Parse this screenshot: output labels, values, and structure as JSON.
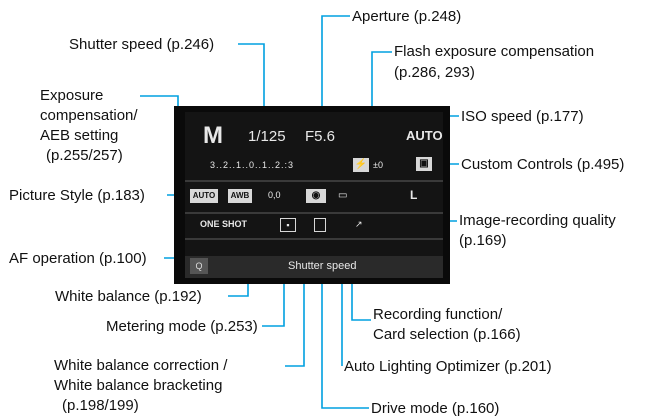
{
  "labels": {
    "shutter_speed": "Shutter speed (p.246)",
    "aperture": "Aperture (p.248)",
    "flash_comp_1": "Flash exposure compensation",
    "flash_comp_2": "(p.286, 293)",
    "exposure_comp_1": "Exposure",
    "exposure_comp_2": "compensation/",
    "exposure_comp_3": "AEB setting",
    "exposure_comp_4": "(p.255/257)",
    "iso_speed": "ISO speed (p.177)",
    "custom_controls": "Custom Controls (p.495)",
    "picture_style": "Picture Style (p.183)",
    "image_quality_1": "Image-recording quality",
    "image_quality_2": "(p.169)",
    "af_operation": "AF operation (p.100)",
    "white_balance": "White balance (p.192)",
    "recording_function_1": "Recording function/",
    "recording_function_2": "Card selection (p.166)",
    "metering_mode": "Metering mode (p.253)",
    "wb_correction_1": "White balance correction /",
    "wb_correction_2": "White balance bracketing",
    "wb_correction_3": "(p.198/199)",
    "alo": "Auto Lighting Optimizer (p.201)",
    "drive_mode": "Drive mode (p.160)"
  },
  "screen": {
    "mode": "M",
    "shutter": "1/125",
    "aperture": "F5.6",
    "iso": "AUTO",
    "exp_scale": "3..2..1..0..1..2.:3",
    "flash_comp": "±0",
    "picture_style": "AUTO",
    "wb": "AWB",
    "wb_shift": "0,0",
    "drive_text": "ONE SHOT",
    "qual": "L",
    "bottom_bar": "Shutter speed",
    "q_button": "Q"
  },
  "colors": {
    "leader": "#00a0e0",
    "screen_bg": "#141414"
  }
}
